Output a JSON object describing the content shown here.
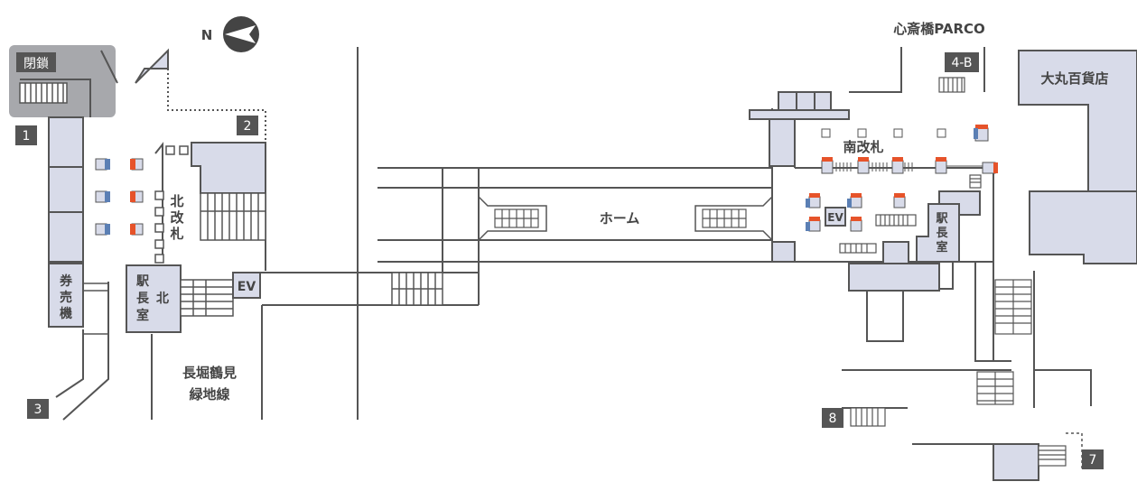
{
  "compass": {
    "label": "N"
  },
  "closed_label": "閉鎖",
  "exits": {
    "e1": "1",
    "e2": "2",
    "e3": "3",
    "e4b": "4-B",
    "e7": "7",
    "e8": "8"
  },
  "labels": {
    "parco": "心斎橋PARCO",
    "daimaru": "大丸百貨店",
    "south_gate": "南改札",
    "north_gate": [
      "北",
      "改",
      "札"
    ],
    "platform": "ホーム",
    "ticket_machine": [
      "券",
      "売",
      "機"
    ],
    "north_station_office": [
      "駅",
      "長",
      "室",
      "北"
    ],
    "south_station_office": [
      "駅",
      "長",
      "室"
    ],
    "ev_north": "EV",
    "ev_south": "EV",
    "line_name": [
      "長堀鶴見",
      "緑地線"
    ]
  },
  "colors": {
    "wall": "#555555",
    "room": "#d8dbe9",
    "closed": "#a7a8ac",
    "badge": "#555555",
    "gate_red": "#e6532a",
    "gate_blue": "#5b7fb4"
  }
}
